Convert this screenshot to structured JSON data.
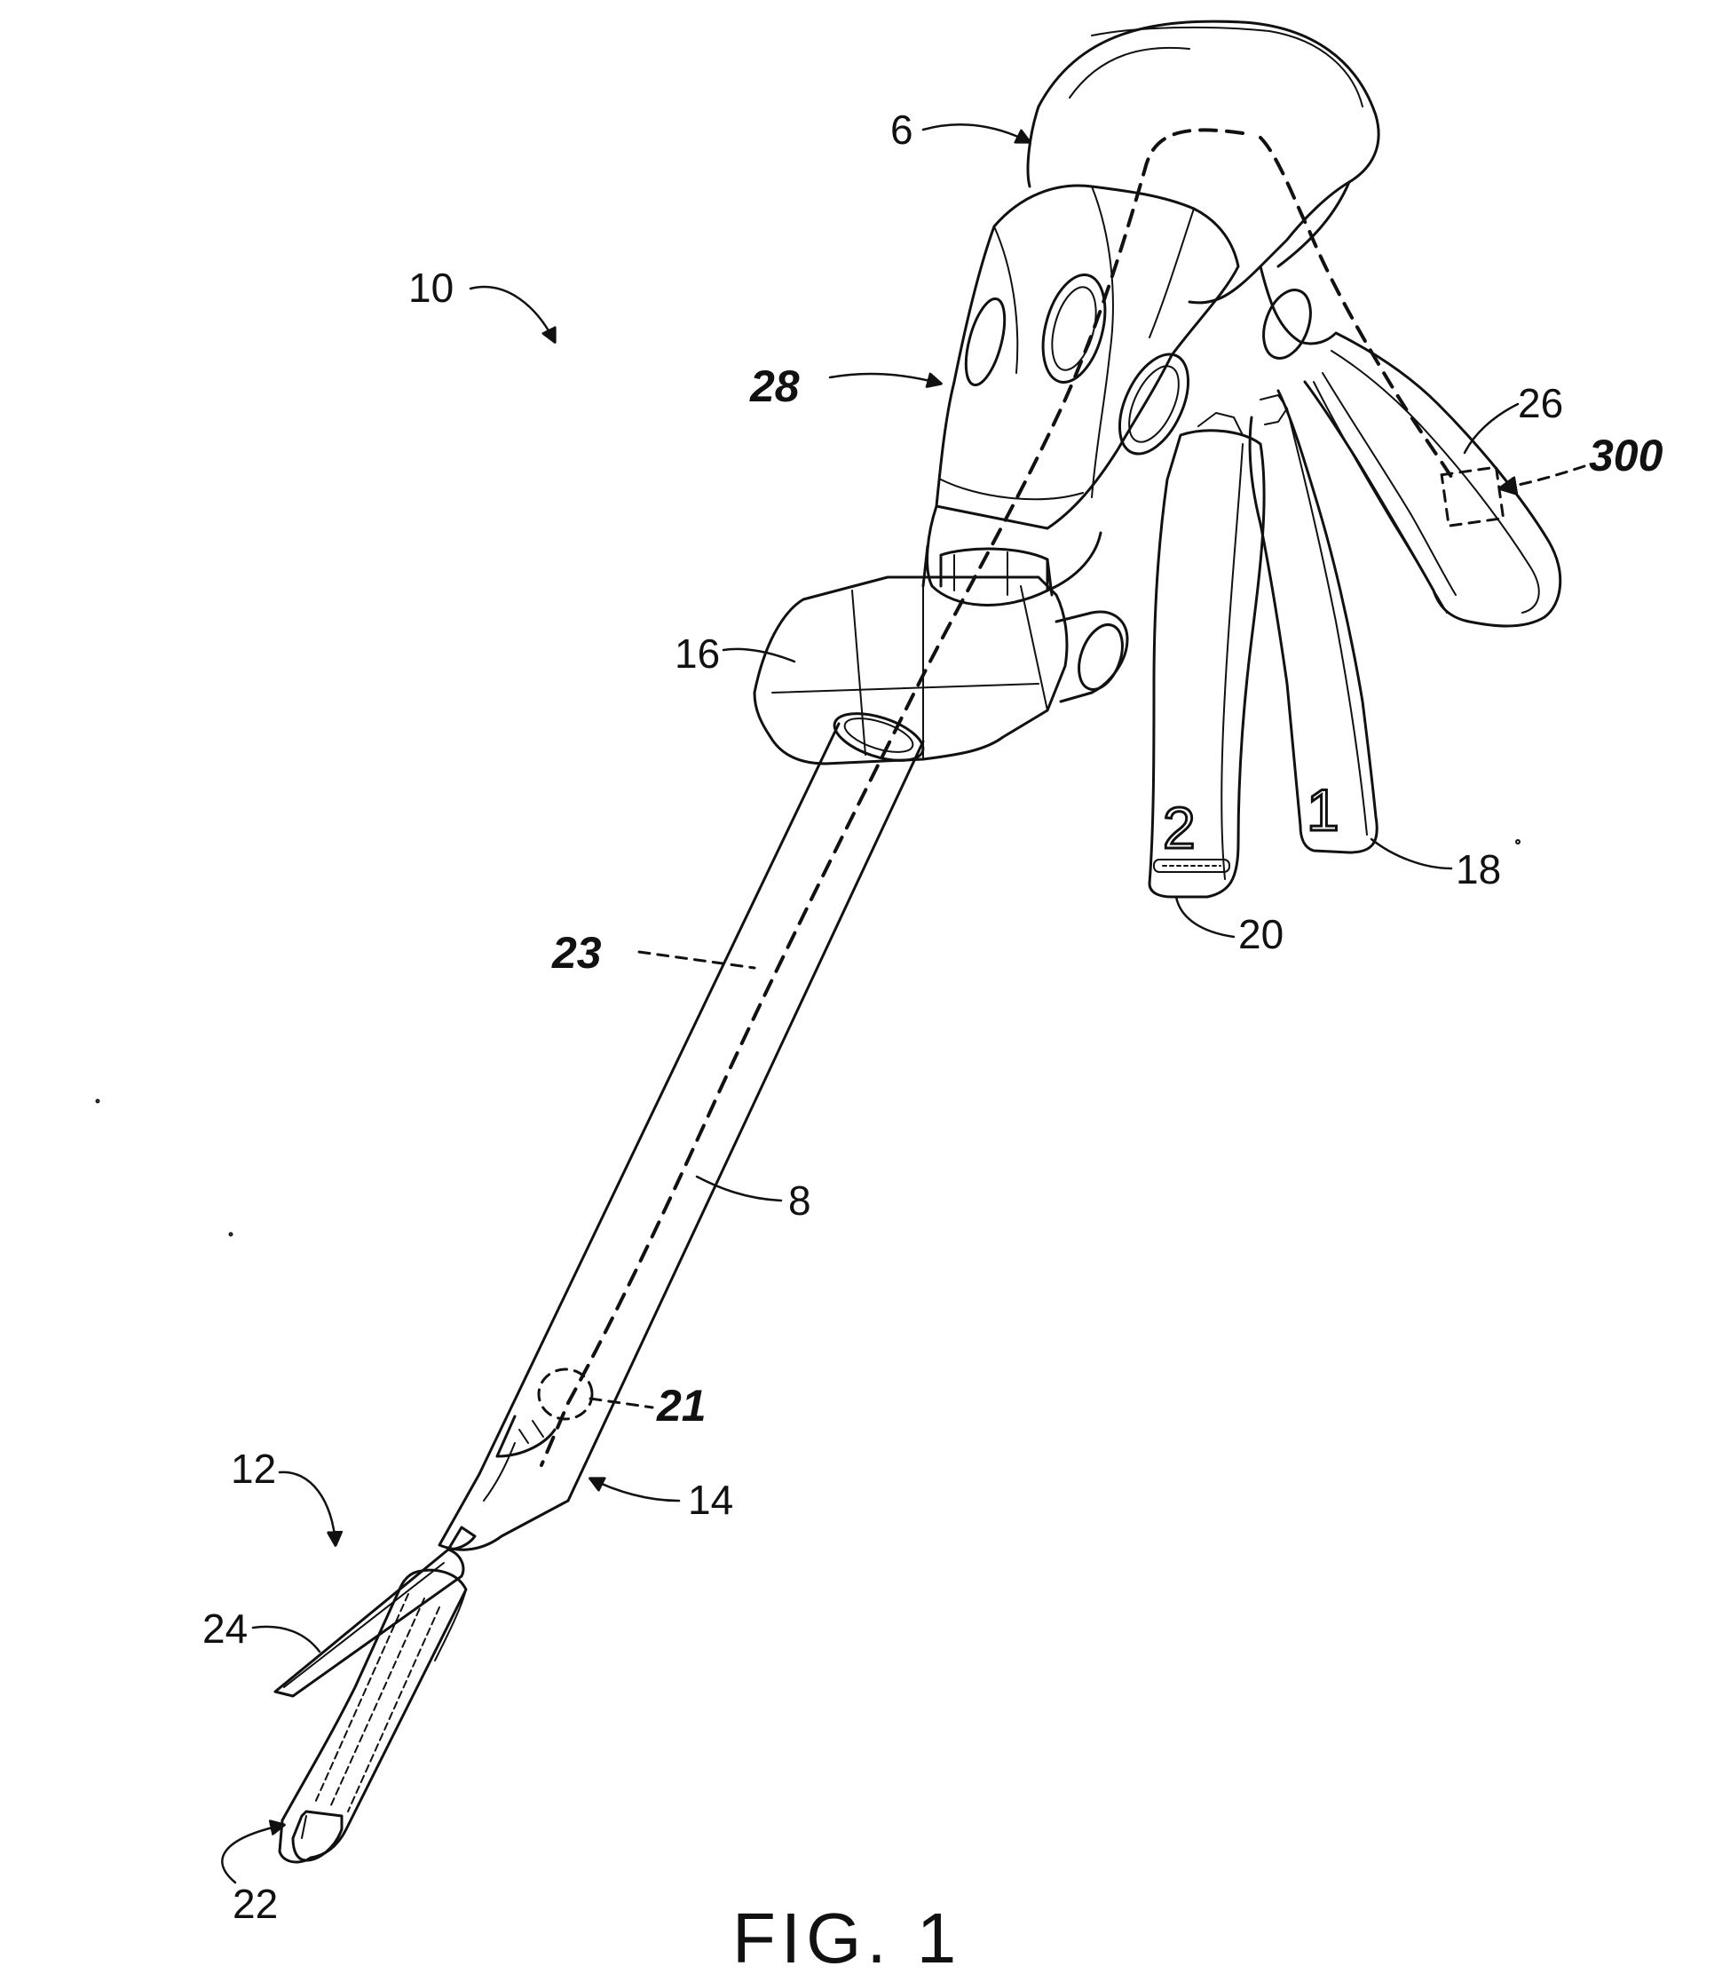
{
  "figure": {
    "caption": "FIG. 1",
    "reference_numerals": {
      "device": "10",
      "handle": "6",
      "shaft": "8",
      "end_effector": "12",
      "articulation_joint": "14",
      "rotation_knob": "16",
      "firing_trigger": "18",
      "closure_trigger": "20",
      "component_21": "21",
      "staple_cartridge": "22",
      "drive_member": "23",
      "anvil": "24",
      "pistol_grip": "26",
      "handle_housing": "28",
      "sensor": "300"
    },
    "trigger_labels": {
      "firing": "1",
      "closure": "2"
    }
  }
}
